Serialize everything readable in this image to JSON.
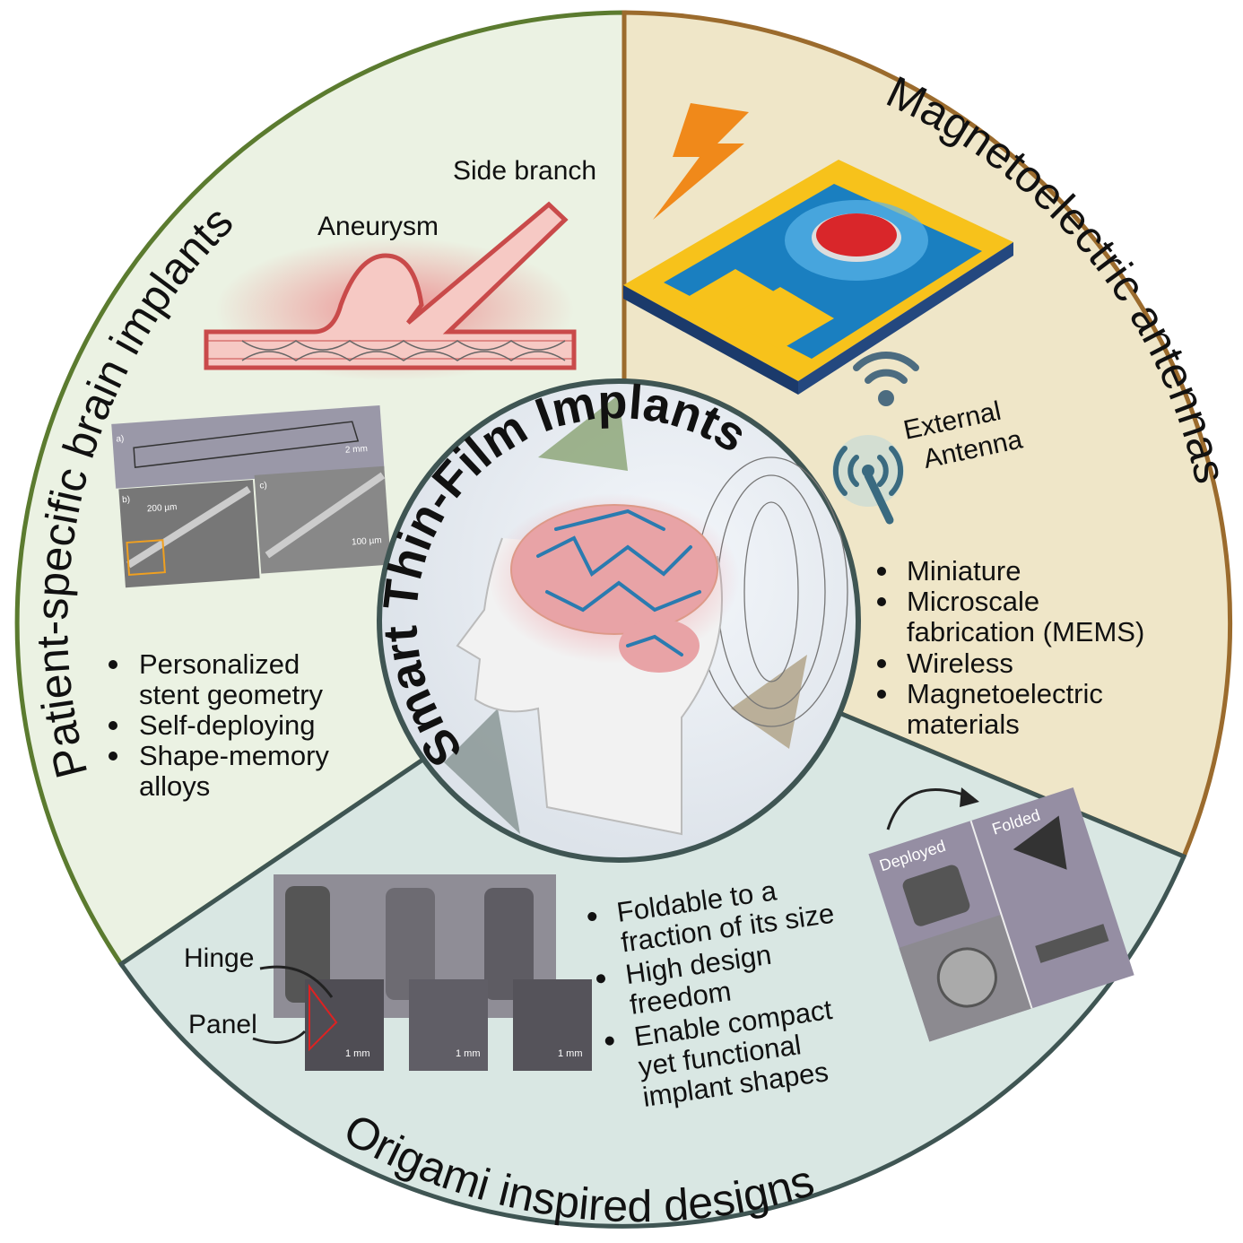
{
  "center_title": "Smart Thin-Film Implants",
  "sections": {
    "brain": {
      "title": "Patient-specific brain implants",
      "labels": {
        "aneurysm": "Aneurysm",
        "side_branch": "Side branch"
      },
      "sem": {
        "a": "a)",
        "b": "b)",
        "c": "c)",
        "scale_a": "2 mm",
        "scale_b": "200 µm",
        "scale_c": "100 µm"
      },
      "bullets": [
        [
          "Personalized",
          "stent geometry"
        ],
        [
          "Self-deploying"
        ],
        [
          "Shape-memory",
          "alloys"
        ]
      ]
    },
    "antenna": {
      "title": "Magnetoelectric antennas",
      "labels": {
        "external_antenna": [
          "External",
          "Antenna"
        ]
      },
      "bullets": [
        [
          "Miniature"
        ],
        [
          "Microscale",
          "fabrication (MEMS)"
        ],
        [
          "Wireless"
        ],
        [
          "Magnetoelectric",
          "materials"
        ]
      ]
    },
    "origami": {
      "title": "Origami inspired designs",
      "labels": {
        "hinge": "Hinge",
        "panel": "Panel",
        "scale": "1 mm",
        "deployed": "Deployed",
        "folded": "Folded"
      },
      "bullets": [
        [
          "Foldable to a",
          "fraction of its size"
        ],
        [
          "High design",
          "freedom"
        ],
        [
          "Enable compact",
          "yet functional",
          "implant shapes"
        ]
      ]
    }
  },
  "colors": {
    "green": "#5b7b2f",
    "tan": "#9b6b2d",
    "teal": "#3f5553",
    "vessel": "#c94a4a",
    "device_blue": "#1a7fc0",
    "gold": "#f7c21b"
  }
}
